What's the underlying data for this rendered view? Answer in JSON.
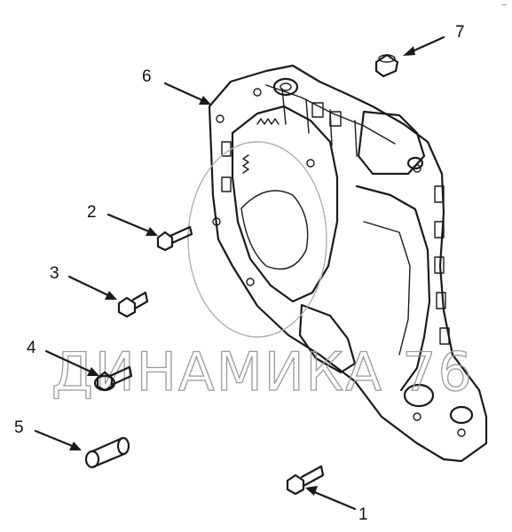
{
  "diagram": {
    "callouts": [
      "1",
      "2",
      "3",
      "4",
      "5",
      "6",
      "7"
    ],
    "watermark": "ДИНАМИКА 76",
    "corner_mark": "–"
  }
}
